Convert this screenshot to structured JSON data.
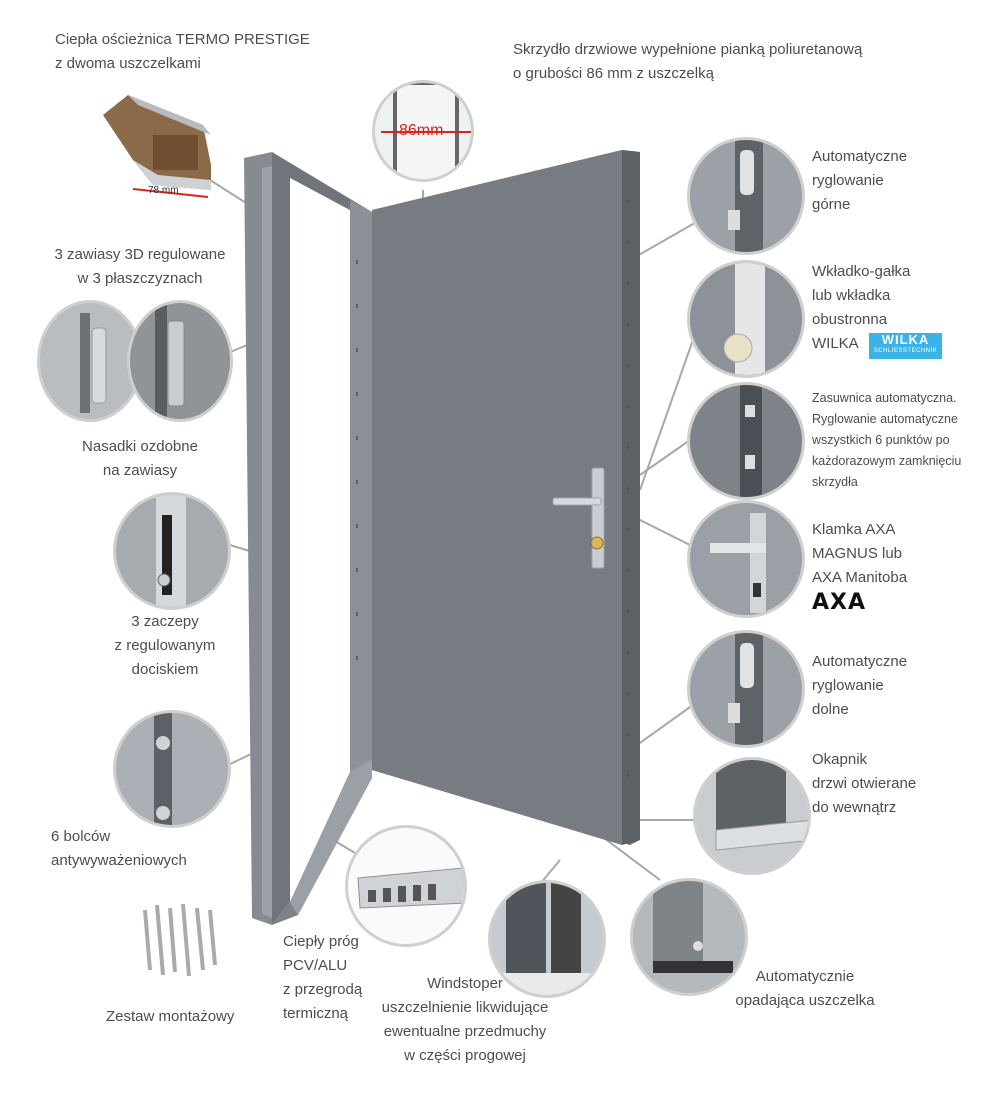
{
  "labels": {
    "frame": [
      "Ciepła ościeżnica TERMO PRESTIGE",
      "z dwoma uszczelkami"
    ],
    "leaf": [
      "Skrzydło drzwiowe wypełnione pianką poliuretanową",
      "o grubości 86 mm z uszczelką"
    ],
    "hinges": [
      "3 zawiasy 3D regulowane",
      "w 3 płaszczyznach"
    ],
    "hinge_caps": [
      "Nasadki ozdobne",
      "na zawiasy"
    ],
    "strikes": [
      "3 zaczepy",
      "z regulowanym",
      "dociskiem"
    ],
    "bolts": [
      "6 bolców",
      "antywyważeniowych"
    ],
    "kit": [
      "Zestaw montażowy"
    ],
    "threshold": [
      "Ciepły próg",
      "PCV/ALU",
      "z przegrodą",
      "termiczną"
    ],
    "windstopper": [
      "Windstoper",
      "uszczelnienie likwidujące",
      "ewentualne przedmuchy",
      "w części progowej"
    ],
    "auto_seal": [
      "Automatycznie",
      "opadająca uszczelka"
    ],
    "top_lock": [
      "Automatyczne",
      "ryglowanie",
      "górne"
    ],
    "cylinder": [
      "Wkładko-gałka",
      "lub wkładka",
      "obustronna",
      "WILKA"
    ],
    "auto_bolt": [
      "Zasuwnica automatyczna.",
      "Ryglowanie automatyczne",
      "wszystkich 6 punktów po",
      "każdorazowym zamknięciu",
      "skrzydła"
    ],
    "handle": [
      "Klamka AXA",
      "MAGNUS lub",
      "AXA Manitoba"
    ],
    "bottom_lock": [
      "Automatyczne",
      "ryglowanie",
      "dolne"
    ],
    "drip": [
      "Okapnik",
      "drzwi otwierane",
      "do wewnątrz"
    ]
  },
  "measures": {
    "leaf_thickness": "86mm",
    "frame_depth": "78 mm"
  },
  "logos": {
    "wilka_name": "WILKA",
    "wilka_sub": "SCHLIESSTECHNIK",
    "axa": "AXA"
  },
  "colors": {
    "door": "#6b7177",
    "frame": "#7a7f85",
    "leader": "#a8a8a8",
    "circle_border": "#cfcfcf",
    "wilka": "#3bb3e6",
    "arrow": "#d9251c"
  }
}
